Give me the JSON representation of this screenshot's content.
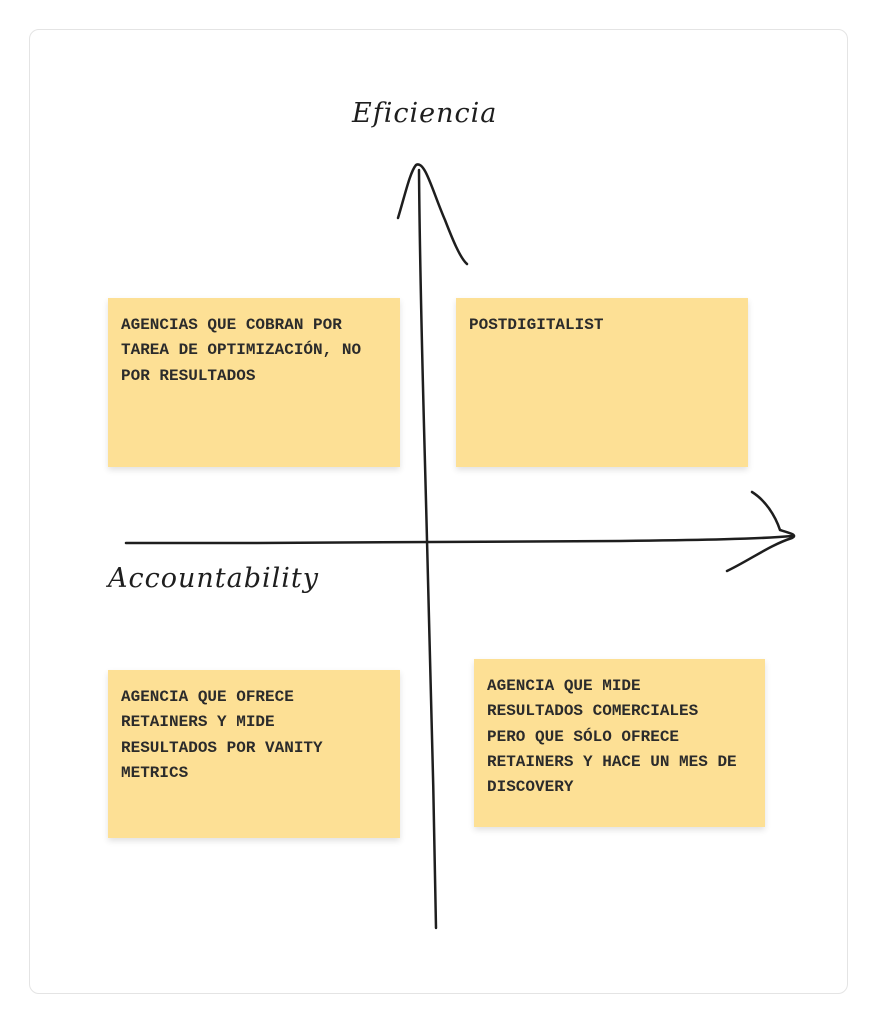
{
  "axes": {
    "y_label": "Eficiencia",
    "x_label": "Accountability"
  },
  "notes": [
    {
      "text": "AGENCIAS QUE COBRAN POR\nTAREA DE OPTIMIZACIÓN, NO\nPOR RESULTADOS"
    },
    {
      "text": "POSTDIGITALIST"
    },
    {
      "text": "AGENCIA QUE OFRECE\nRETAINERS Y MIDE\nRESULTADOS POR VANITY\nMETRICS"
    },
    {
      "text": "AGENCIA QUE MIDE\nRESULTADOS COMERCIALES\nPERO QUE SÓLO OFRECE\nRETAINERS Y HACE UN MES DE\nDISCOVERY"
    }
  ],
  "colors": {
    "note": "#fde095",
    "ink": "#1e1e1e"
  }
}
